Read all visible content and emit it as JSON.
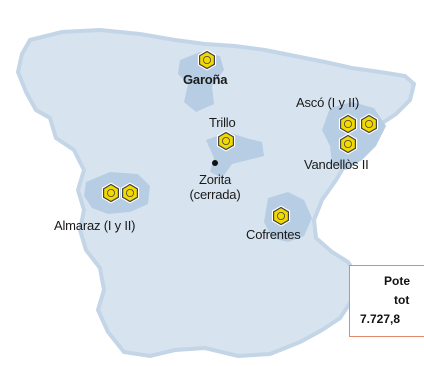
{
  "map": {
    "colors": {
      "land": "#d7e4f0",
      "coast": "#c3d5e6",
      "region": "#b7cde3",
      "marker_fill": "#f2da00",
      "marker_stroke": "#444444",
      "marker_halo": "#ffffff",
      "dot": "#111111",
      "box_border": "#e08a6a"
    },
    "plants": [
      {
        "id": "garona",
        "label": "Garoña",
        "reactors": 1
      },
      {
        "id": "trillo",
        "label": "Trillo",
        "reactors": 1
      },
      {
        "id": "asco",
        "label": "Ascó (I y II)",
        "reactors": 2
      },
      {
        "id": "vandellos",
        "label": "Vandellòs II",
        "reactors": 1
      },
      {
        "id": "almaraz",
        "label": "Almaraz (I y II)",
        "reactors": 2
      },
      {
        "id": "cofrentes",
        "label": "Cofrentes",
        "reactors": 1
      }
    ],
    "closed_plant": {
      "label_line1": "Zorita",
      "label_line2": "(cerrada)"
    },
    "power_box": {
      "line1": "Pote",
      "line2": "tot",
      "line3": "7.727,8"
    }
  }
}
